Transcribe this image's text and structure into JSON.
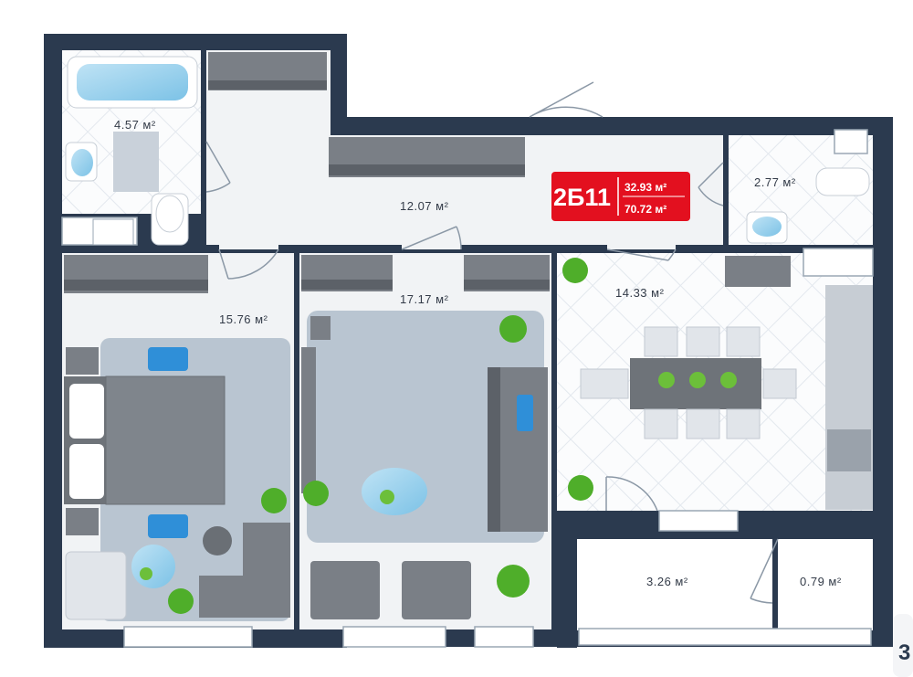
{
  "badge": {
    "code": "2Б11",
    "living_area": "32.93 м²",
    "total_area": "70.72 м²",
    "color": "#e3101f"
  },
  "rooms": {
    "bathroom": "4.57 м²",
    "hallway": "12.07 м²",
    "wc": "2.77 м²",
    "bedroom": "15.76 м²",
    "living_room": "17.17 м²",
    "kitchen": "14.33 м²",
    "balcony_large": "3.26 м²",
    "balcony_small": "0.79 м²"
  },
  "corner_mark": "3",
  "colors": {
    "walls": "#2b3a4f",
    "floor": "#f1f3f5",
    "rug": "#b9c5d1",
    "furniture": "#7a7f86",
    "accent": "#2f8fd8"
  }
}
